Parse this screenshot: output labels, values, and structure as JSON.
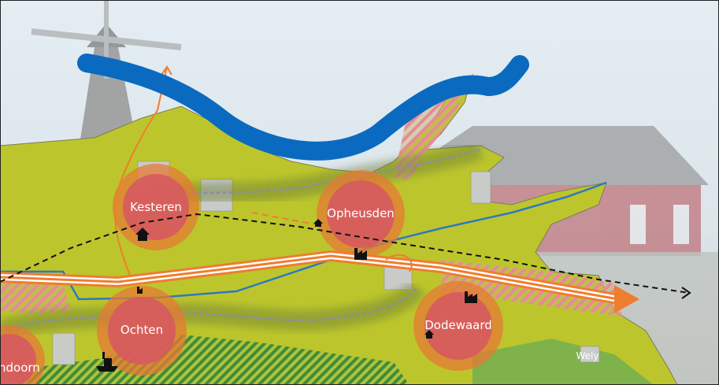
{
  "map": {
    "places": [
      {
        "id": "kesteren",
        "label": "Kesteren"
      },
      {
        "id": "opheusden",
        "label": "Opheusden"
      },
      {
        "id": "ochten",
        "label": "Ochten"
      },
      {
        "id": "dodewaard",
        "label": "Dodewaard"
      },
      {
        "id": "ijzendoorn",
        "label": "ndoorn"
      },
      {
        "id": "wely",
        "label": "Wely"
      }
    ],
    "colors": {
      "land": "#bcc62c",
      "river": "#0a6ac0",
      "town_core": "#d65a5f",
      "town_halo": "#e57a34",
      "infrastructure": "#ef7d2f",
      "hatch_pink": "#e8899a",
      "hatch_green": "#3f8b3a"
    },
    "icons": [
      "house-icon",
      "factory-icon",
      "ship-icon",
      "arrow-right-icon"
    ]
  }
}
